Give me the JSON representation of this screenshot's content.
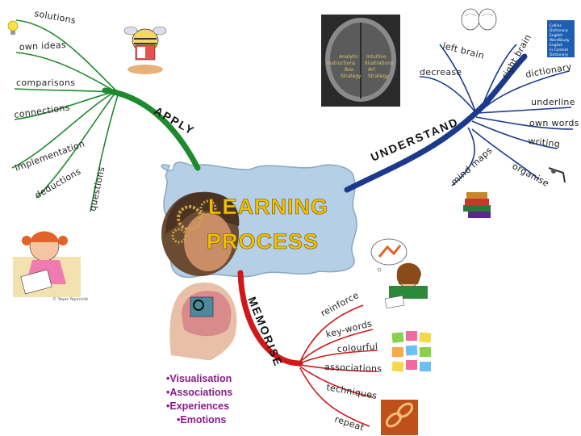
{
  "center": {
    "line1": "LEARNING",
    "line2": "PROCESS"
  },
  "branches": {
    "apply": {
      "label": "APPLY",
      "color": "#1e8a2e",
      "sub": [
        "solutions",
        "own ideas",
        "comparisons",
        "connections",
        "implementation",
        "deductions",
        "questions"
      ]
    },
    "understand": {
      "label": "UNDERSTAND",
      "color": "#1c3a8c",
      "sub": [
        "left brain",
        "right brain",
        "decrease",
        "dictionary",
        "underline",
        "own words",
        "writing",
        "mind maps",
        "organise"
      ]
    },
    "memorise": {
      "label": "MEMORISE",
      "color": "#d01818",
      "sub": [
        "reinforce",
        "key-words",
        "colourful",
        "associations",
        "techniques",
        "repeat"
      ]
    }
  },
  "memory_list": [
    "•Visualisation",
    "•Associations",
    "•Experiences",
    "•Emotions"
  ],
  "brain_scan": {
    "left_text": [
      "Analytic",
      "Instructions",
      "Box",
      "Strategy"
    ],
    "right_text": [
      "Intuitive",
      "Illustrations",
      "Art",
      "Strategy"
    ]
  },
  "dictionary_cover": [
    "Collins",
    "Dictionary",
    "English",
    "WordStudy",
    "English",
    "in Context",
    "Dictionary"
  ],
  "icons": [
    "bee-reading-icon",
    "girl-writing-icon",
    "brain-head-icon",
    "mirror-brains-icon",
    "dictionary-icon",
    "compass-icon",
    "books-stack-icon",
    "girl-thinking-icon",
    "sticky-notes-icon",
    "chain-icon"
  ]
}
